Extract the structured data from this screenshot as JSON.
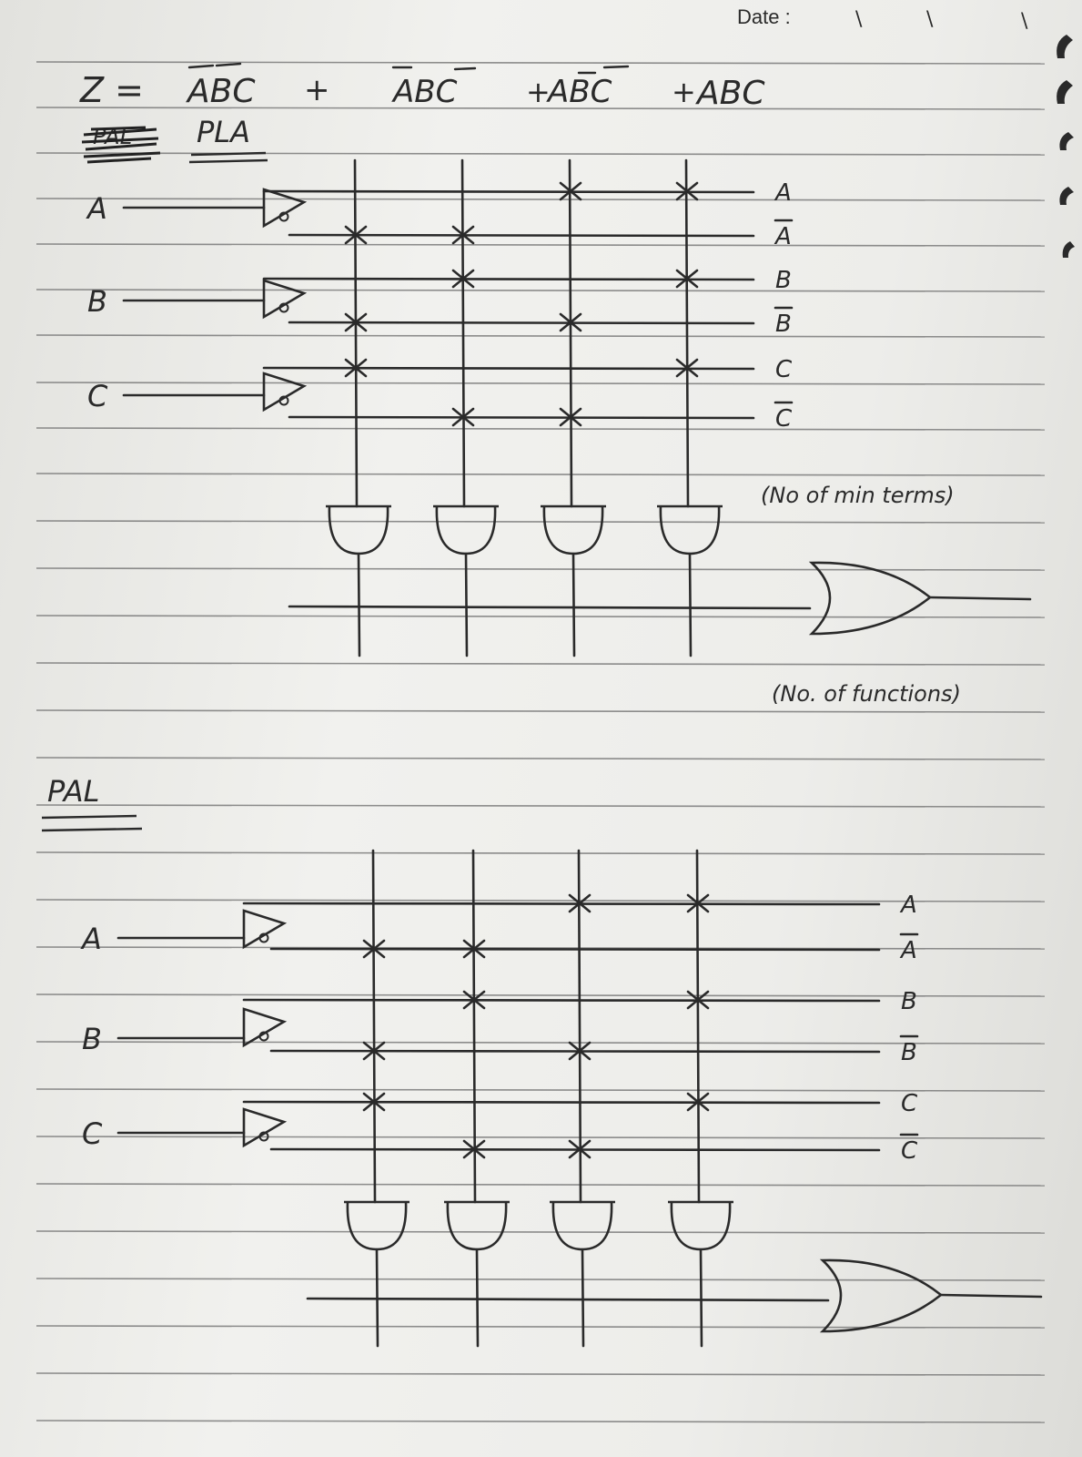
{
  "header": {
    "date_label": "Date :",
    "date_slashes": [
      "\\",
      "\\",
      "\\"
    ]
  },
  "equation": {
    "lhs": "Z =",
    "terms": [
      "ABC",
      "ABC",
      "ABC",
      "ABC"
    ],
    "operators": [
      "+",
      "+",
      "+"
    ]
  },
  "pla": {
    "title": "PLA",
    "struck_out_text": "PAL",
    "inputs": [
      "A",
      "B",
      "C"
    ],
    "line_labels": [
      "A",
      "A",
      "B",
      "B",
      "C",
      "C"
    ],
    "note_and": "(No of min terms)",
    "note_or": "(No. of functions)"
  },
  "pal": {
    "title": "PAL",
    "inputs": [
      "A",
      "B",
      "C"
    ],
    "line_labels": [
      "A",
      "A",
      "B",
      "B",
      "C",
      "C"
    ]
  },
  "colors": {
    "ink": "#2a2a2a",
    "rule": "#6b6b6b",
    "paper": "#ececea"
  }
}
